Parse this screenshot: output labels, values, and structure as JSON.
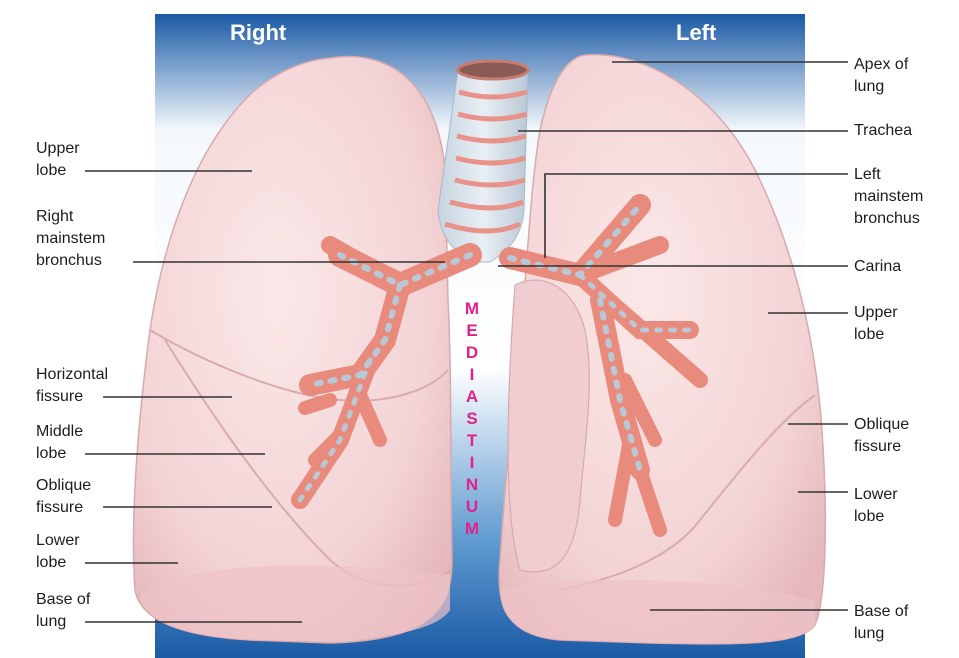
{
  "sides": {
    "right": "Right",
    "left": "Left"
  },
  "mediastinum": [
    "M",
    "E",
    "D",
    "I",
    "A",
    "S",
    "T",
    "I",
    "N",
    "U",
    "M"
  ],
  "labels_right": {
    "upper_lobe": [
      "Upper",
      "lobe"
    ],
    "right_mainstem": [
      "Right",
      "mainstem",
      "bronchus"
    ],
    "horizontal_fissure": [
      "Horizontal",
      "fissure"
    ],
    "middle_lobe": [
      "Middle",
      "lobe"
    ],
    "oblique_fissure": [
      "Oblique",
      "fissure"
    ],
    "lower_lobe": [
      "Lower",
      "lobe"
    ],
    "base_of_lung": [
      "Base of",
      "lung"
    ]
  },
  "labels_left": {
    "apex": [
      "Apex of",
      "lung"
    ],
    "trachea": [
      "Trachea"
    ],
    "left_mainstem": [
      "Left",
      "mainstem",
      "bronchus"
    ],
    "carina": [
      "Carina"
    ],
    "upper_lobe": [
      "Upper",
      "lobe"
    ],
    "oblique_fissure": [
      "Oblique",
      "fissure"
    ],
    "lower_lobe": [
      "Lower",
      "lobe"
    ],
    "base_of_lung": [
      "Base of",
      "lung"
    ]
  },
  "colors": {
    "background_top": "#1e5fa8",
    "lung": "#f5d4d6",
    "bronchus": "#e88b7c",
    "cartilage": "#b9c8d6",
    "mediastinum_text": "#e0218a"
  }
}
